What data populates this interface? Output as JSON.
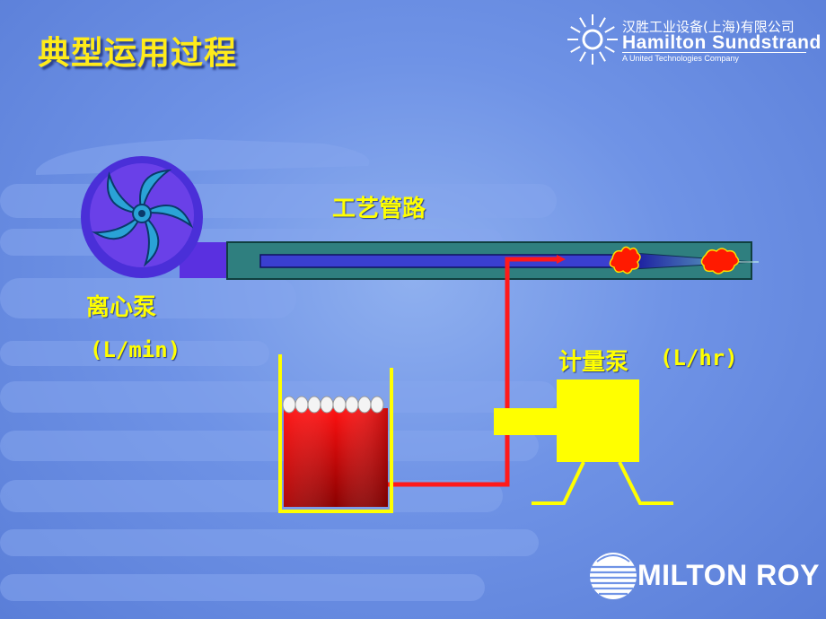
{
  "title": "典型运用过程",
  "logo_top": {
    "chinese_name": "汉胜工业设备(上海)有限公司",
    "english_name": "Hamilton Sundstrand",
    "subtitle": "A United Technologies Company"
  },
  "logo_bottom": {
    "name": "MILTON ROY"
  },
  "labels": {
    "pipeline": "工艺管路",
    "centrifugal_pump": "离心泵",
    "centrifugal_unit": "(L/min)",
    "metering_pump": "计量泵",
    "metering_unit": "(L/hr)"
  },
  "colors": {
    "background": "#6f93e6",
    "title": "#ffeb1a",
    "label": "#ffff00",
    "pipe_outer": "#2f7f7f",
    "pipe_inner": "#3a3fd0",
    "dosing_line": "#ff1a1a",
    "tank_liquid": "#d40000",
    "metering_pump": "#ffff00"
  }
}
